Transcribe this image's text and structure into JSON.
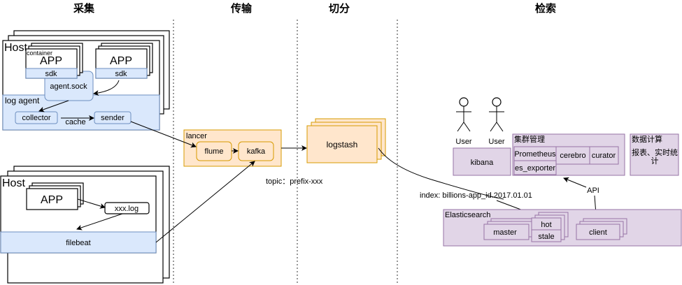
{
  "sections": [
    "采集",
    "传输",
    "切分",
    "检索"
  ],
  "collect": {
    "host1": {
      "label": "Host",
      "container_label": "container",
      "app1": "APP",
      "app2": "APP",
      "sdk1": "sdk",
      "sdk2": "sdk",
      "agent_sock": "agent.sock",
      "log_agent": "log agent",
      "collector": "collector",
      "sender": "sender",
      "cache": "cache"
    },
    "host2": {
      "label": "Host",
      "app": "APP",
      "xxx_log": "xxx.log",
      "filebeat": "filebeat"
    }
  },
  "transport": {
    "lancer": "lancer",
    "flume": "flume",
    "kafka": "kafka",
    "topic": "topic：prefix-xxx"
  },
  "split": {
    "logstash": "logstash"
  },
  "search": {
    "users": [
      "User",
      "User"
    ],
    "kibana": "kibana",
    "cluster_mgmt": {
      "title": "集群管理",
      "items": [
        "Prometheus",
        "cerebro",
        "curator",
        "es_exporter"
      ]
    },
    "data_compute": {
      "title": "数据计算",
      "desc_line1": "报表、实时统",
      "desc_line2": "计"
    },
    "api": "API",
    "index": "index: billions-app_id.2017.01.01",
    "elasticsearch": {
      "title": "Elasticsearch",
      "master": "master",
      "hot": "hot",
      "stale": "stale",
      "client": "client"
    }
  },
  "colors": {
    "blue": "#dae8fc",
    "orange": "#ffe6cc",
    "purple": "#e1d5e7"
  }
}
